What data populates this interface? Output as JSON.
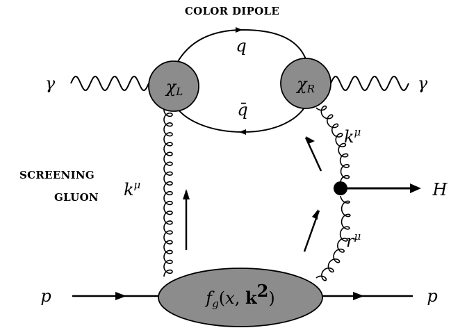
{
  "labels": {
    "color_dipole": "COLOR DIPOLE",
    "screening_line1": "SCREENING",
    "screening_line2": "GLUON",
    "photon_left": "γ",
    "photon_right": "γ",
    "quark": "q",
    "antiquark": "q̄",
    "chi_left_base": "χ",
    "chi_left_sub": "L",
    "chi_right_base": "χ",
    "chi_right_sub": "R",
    "k_upper_base": "k",
    "k_upper_sup": "μ",
    "k_left_base": "k",
    "k_left_sup": "μ",
    "r_base": "r",
    "r_sup": "μ",
    "higgs": "H",
    "proton_left": "p",
    "proton_right": "p",
    "pdf_f": "f",
    "pdf_sub": "g",
    "pdf_open": "(",
    "pdf_x": "x",
    "pdf_comma": ", ",
    "pdf_k": "k",
    "pdf_sq": "2",
    "pdf_close": ")"
  },
  "colors": {
    "blob_fill": "#8c8c8c",
    "line": "#000000"
  }
}
